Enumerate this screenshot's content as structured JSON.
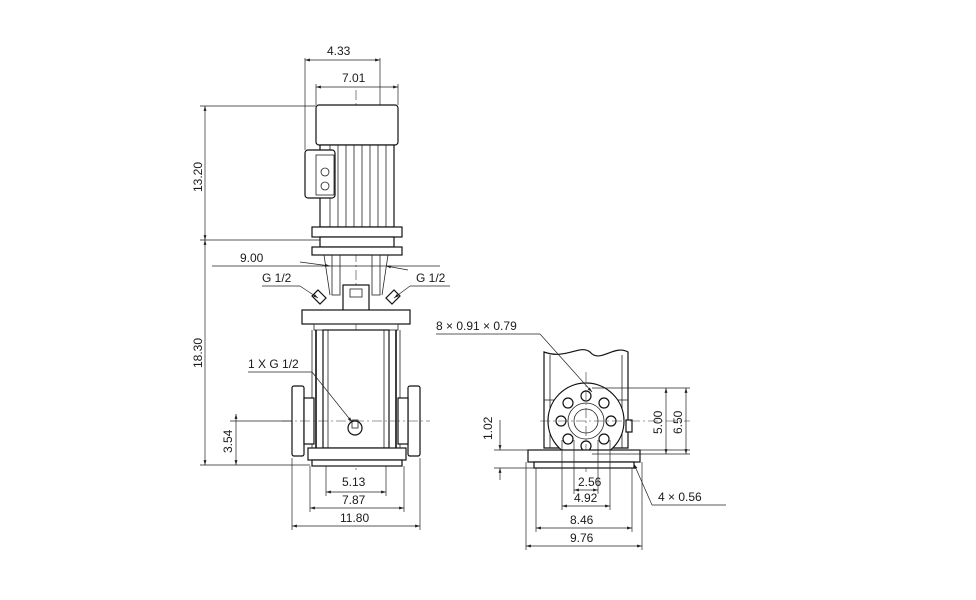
{
  "front_view": {
    "dim_top_inner": "4.33",
    "dim_top_outer": "7.01",
    "dim_motor_height": "13.20",
    "dim_pump_height": "18.30",
    "dim_flange_width": "9.00",
    "port_left": "G 1/2",
    "port_right": "G 1/2",
    "drain_port": "1 X G 1/2",
    "dim_inlet_height": "3.54",
    "dim_base_inner": "5.13",
    "dim_base_mid": "7.87",
    "dim_base_outer": "11.80"
  },
  "side_view": {
    "bolt_holes": "8 × 0.91  × 0.79",
    "dim_base_height": "1.02",
    "dim_flange_inner": "5.00",
    "dim_flange_outer": "6.50",
    "dim_bore": "2.56",
    "dim_pcd": "4.92",
    "dim_foot_holes": "8.46",
    "dim_base_width": "9.76",
    "anchor_holes": "4  × 0.56"
  }
}
